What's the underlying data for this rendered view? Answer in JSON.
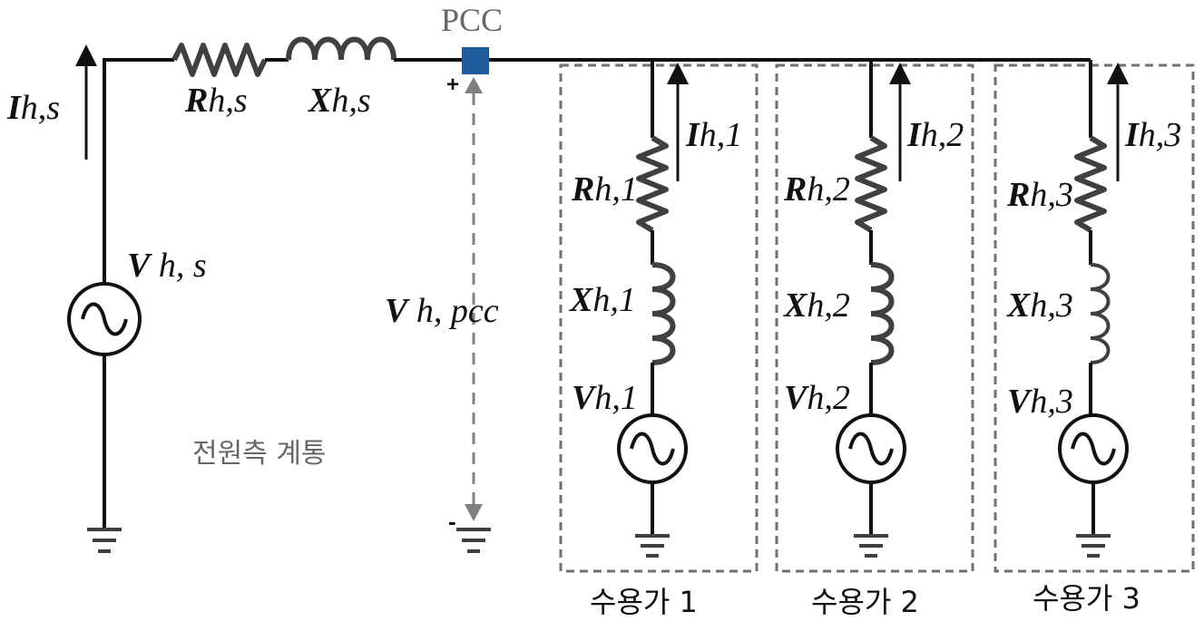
{
  "pcc": {
    "label": "PCC"
  },
  "source": {
    "current": {
      "sym": "I",
      "sub": "h,s"
    },
    "resistance": {
      "sym": "R",
      "sub": "h,s"
    },
    "reactance": {
      "sym": "X",
      "sub": "h,s"
    },
    "voltage": {
      "sym": "V",
      "sub": "h, s"
    },
    "caption": "전원측 계통"
  },
  "pcc_voltage": {
    "sym": "V",
    "sub": "h, pcc",
    "plus": "+",
    "minus": "-"
  },
  "customers": [
    {
      "current": {
        "sym": "I",
        "sub": "h,1"
      },
      "resistance": {
        "sym": "R",
        "sub": "h,1"
      },
      "reactance": {
        "sym": "X",
        "sub": "h,1"
      },
      "voltage": {
        "sym": "V",
        "sub": "h,1"
      },
      "caption": "수용가 1"
    },
    {
      "current": {
        "sym": "I",
        "sub": "h,2"
      },
      "resistance": {
        "sym": "R",
        "sub": "h,2"
      },
      "reactance": {
        "sym": "X",
        "sub": "h,2"
      },
      "voltage": {
        "sym": "V",
        "sub": "h,2"
      },
      "caption": "수용가 2"
    },
    {
      "current": {
        "sym": "I",
        "sub": "h,3"
      },
      "resistance": {
        "sym": "R",
        "sub": "h,3"
      },
      "reactance": {
        "sym": "X",
        "sub": "h,3"
      },
      "voltage": {
        "sym": "V",
        "sub": "h,3"
      },
      "caption": "수용가 3"
    }
  ],
  "colors": {
    "wire": "#111111",
    "component": "#404040",
    "pcc_node": "#1f5b9a",
    "dashed": "#808080",
    "box": "#707070",
    "pcc_label": "#666666"
  }
}
